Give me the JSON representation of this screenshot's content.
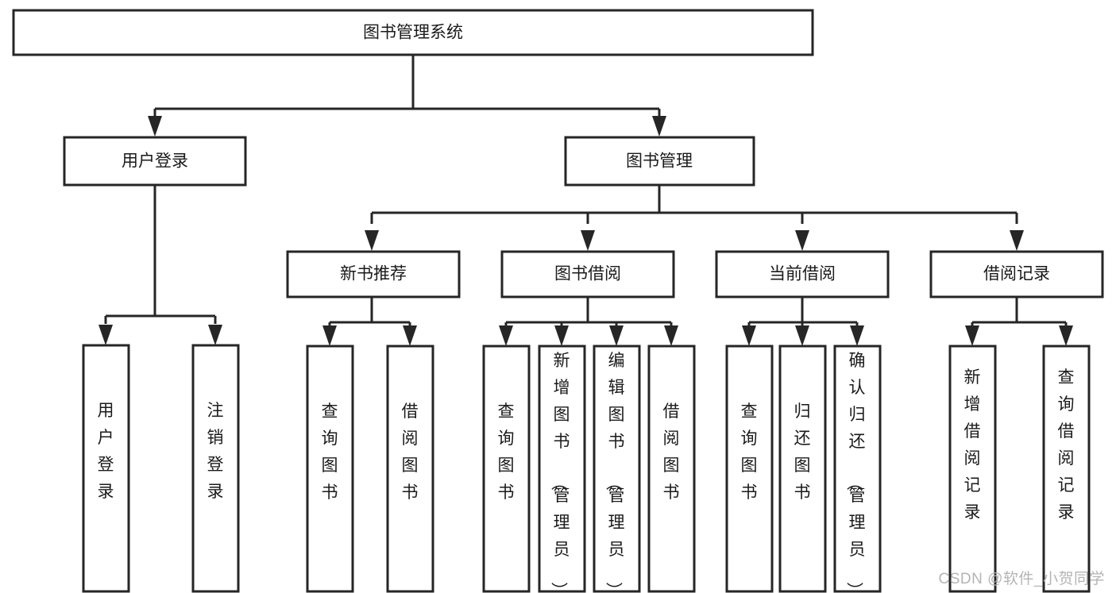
{
  "diagram": {
    "title": "图书管理系统",
    "type": "tree-hierarchy",
    "watermark": "CSDN @软件_小贺同学",
    "colors": {
      "stroke": "#262626",
      "fill": "#ffffff",
      "text": "#1a1a1a",
      "watermark": "#b4b4b4"
    },
    "nodes": {
      "root": {
        "label": "图书管理系统",
        "level": 1,
        "orientation": "horizontal"
      },
      "l2": [
        {
          "id": "user-login",
          "label": "用户登录",
          "level": 2,
          "orientation": "horizontal"
        },
        {
          "id": "book-manage",
          "label": "图书管理",
          "level": 2,
          "orientation": "horizontal"
        }
      ],
      "l3": [
        {
          "id": "new-book-rec",
          "label": "新书推荐",
          "level": 3,
          "orientation": "horizontal"
        },
        {
          "id": "book-borrow",
          "label": "图书借阅",
          "level": 3,
          "orientation": "horizontal"
        },
        {
          "id": "current-borrow",
          "label": "当前借阅",
          "level": 3,
          "orientation": "horizontal"
        },
        {
          "id": "borrow-record",
          "label": "借阅记录",
          "level": 3,
          "orientation": "horizontal"
        }
      ],
      "leaves": {
        "user_login": [
          {
            "id": "leaf-user-login",
            "label": "用户登录"
          },
          {
            "id": "leaf-user-logout",
            "label": "注销登录"
          }
        ],
        "new_book_rec": [
          {
            "id": "leaf-query-book-1",
            "label": "查询图书"
          },
          {
            "id": "leaf-borrow-book-1",
            "label": "借阅图书"
          }
        ],
        "book_borrow": [
          {
            "id": "leaf-query-book-2",
            "label": "查询图书"
          },
          {
            "id": "leaf-add-book",
            "label": "新增图书（管理员）"
          },
          {
            "id": "leaf-edit-book",
            "label": "编辑图书（管理员）"
          },
          {
            "id": "leaf-borrow-book-2",
            "label": "借阅图书"
          }
        ],
        "current_borrow": [
          {
            "id": "leaf-query-book-3",
            "label": "查询图书"
          },
          {
            "id": "leaf-return-book",
            "label": "归还图书"
          },
          {
            "id": "leaf-confirm-return",
            "label": "确认归还（管理员）"
          }
        ],
        "borrow_record": [
          {
            "id": "leaf-add-record",
            "label": "新增借阅记录"
          },
          {
            "id": "leaf-query-record",
            "label": "查询借阅记录"
          }
        ]
      }
    }
  }
}
